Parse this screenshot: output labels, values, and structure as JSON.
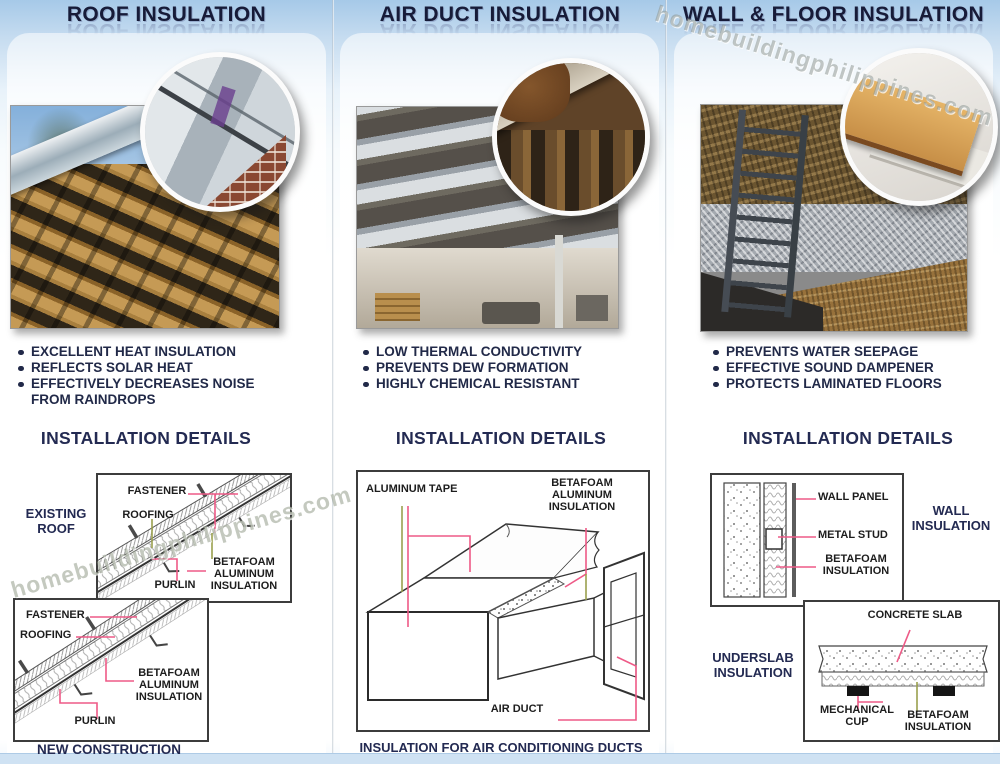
{
  "watermark": "homebuildingphilippines.com",
  "colors": {
    "heading_navy": "#232a52",
    "title_navy": "#171b38",
    "leader_pink": "#ee5a87",
    "leader_olive": "#9aa04e"
  },
  "columns": [
    {
      "title": "ROOF INSULATION",
      "bullets": [
        "EXCELLENT HEAT INSULATION",
        "REFLECTS SOLAR HEAT",
        "EFFECTIVELY DECREASES NOISE FROM RAINDROPS"
      ],
      "section_heading": "INSTALLATION DETAILS",
      "photo": "roof framing with reflective foil insulation",
      "inset": "close-up of metal roof corner over brick wall"
    },
    {
      "title": "AIR DUCT INSULATION",
      "bullets": [
        "LOW THERMAL CONDUCTIVITY",
        "PREVENTS DEW FORMATION",
        "HIGHLY CHEMICAL RESISTANT"
      ],
      "section_heading": "INSTALLATION DETAILS",
      "photo": "warehouse ceiling with insulated air ducts",
      "inset": "close-up of duct wrapped in insulation"
    },
    {
      "title": "WALL & FLOOR INSULATION",
      "bullets": [
        "PREVENTS WATER SEEPAGE",
        "EFFECTIVE SOUND DAMPENER",
        "PROTECTS LAMINATED FLOORS"
      ],
      "section_heading": "INSTALLATION DETAILS",
      "photo": "attic with foil wall insulation and ladder",
      "inset": "close-up of laminated floor panel over underlay"
    }
  ],
  "diagrams": {
    "roof_existing": {
      "side_label": "EXISTING ROOF",
      "fastener": "FASTENER",
      "roofing": "ROOFING",
      "purlin": "PURLIN",
      "insulation": "BETAFOAM ALUMINUM INSULATION"
    },
    "roof_new": {
      "caption": "NEW CONSTRUCTION",
      "fastener": "FASTENER",
      "roofing": "ROOFING",
      "purlin": "PURLIN",
      "insulation": "BETAFOAM ALUMINUM INSULATION"
    },
    "air_duct": {
      "aluminum_tape": "ALUMINUM TAPE",
      "insulation": "BETAFOAM ALUMINUM INSULATION",
      "air_duct": "AIR DUCT",
      "caption": "INSULATION FOR AIR CONDITIONING DUCTS"
    },
    "wall": {
      "side_label": "WALL INSULATION",
      "wall_panel": "WALL PANEL",
      "metal_stud": "METAL STUD",
      "insulation": "BETAFOAM INSULATION"
    },
    "underslab": {
      "side_label": "UNDERSLAB INSULATION",
      "concrete_slab": "CONCRETE SLAB",
      "mechanical_cup": "MECHANICAL CUP",
      "insulation": "BETAFOAM INSULATION"
    }
  }
}
